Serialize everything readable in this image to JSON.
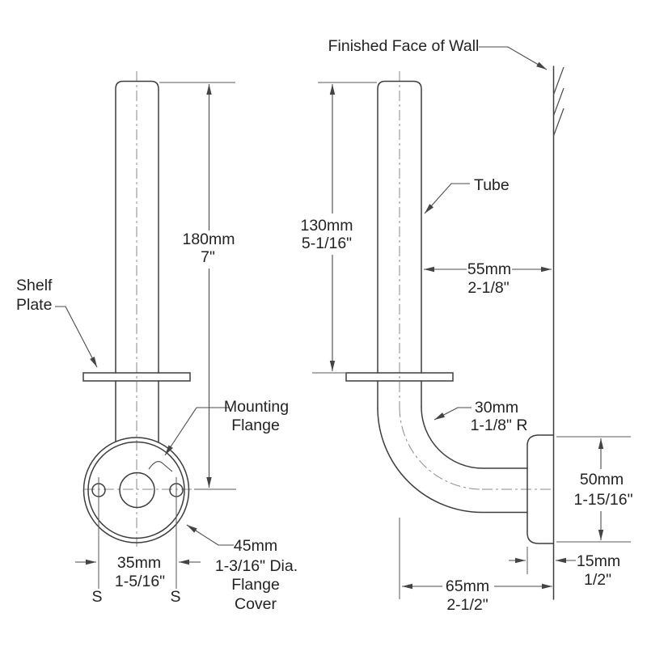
{
  "colors": {
    "background": "#ffffff",
    "line": "#3d3d3d",
    "text": "#232323",
    "centerline": "#8a8a8a"
  },
  "labels": {
    "finished_face_of_wall": "Finished Face of Wall",
    "tube": "Tube",
    "shelf_plate": [
      "Shelf",
      "Plate"
    ],
    "mounting_flange": [
      "Mounting",
      "Flange"
    ],
    "screw_mark": "S"
  },
  "dims": {
    "overall_height": [
      "180mm",
      "7\""
    ],
    "height_to_shelf": [
      "130mm",
      "5-1/16\""
    ],
    "tube_to_wall": [
      "55mm",
      "2-1/8\""
    ],
    "bend_radius": [
      "30mm",
      "1-1/8\" R"
    ],
    "flange_cover_height": [
      "50mm",
      "1-15/16\""
    ],
    "flange_cover_depth": [
      "15mm",
      "1/2\""
    ],
    "wall_to_tube_center": [
      "65mm",
      "2-1/2\""
    ],
    "hole_spacing": [
      "35mm",
      "1-5/16\""
    ],
    "flange_cover_dia": [
      "45mm",
      "1-3/16\" Dia.",
      "Flange",
      "Cover"
    ]
  }
}
